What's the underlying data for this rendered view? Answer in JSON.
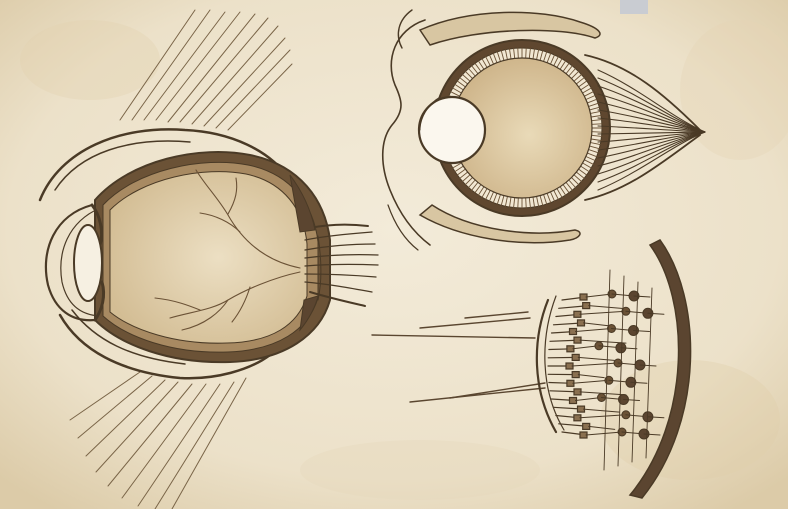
{
  "illustration": {
    "style": "vintage anatomical ink sketch on aged parchment",
    "subjects": [
      "eye-side-section",
      "eye-front-section",
      "retina-cell-layers"
    ]
  },
  "colors": {
    "paper": "#efe6d2",
    "paper_stain": "#e4d6b8",
    "ink": "#4a3a26",
    "ink_light": "#7a6548",
    "wash": "#d8c6a2",
    "wash_dark": "#b99e74",
    "lens": "#f6f0e2"
  }
}
